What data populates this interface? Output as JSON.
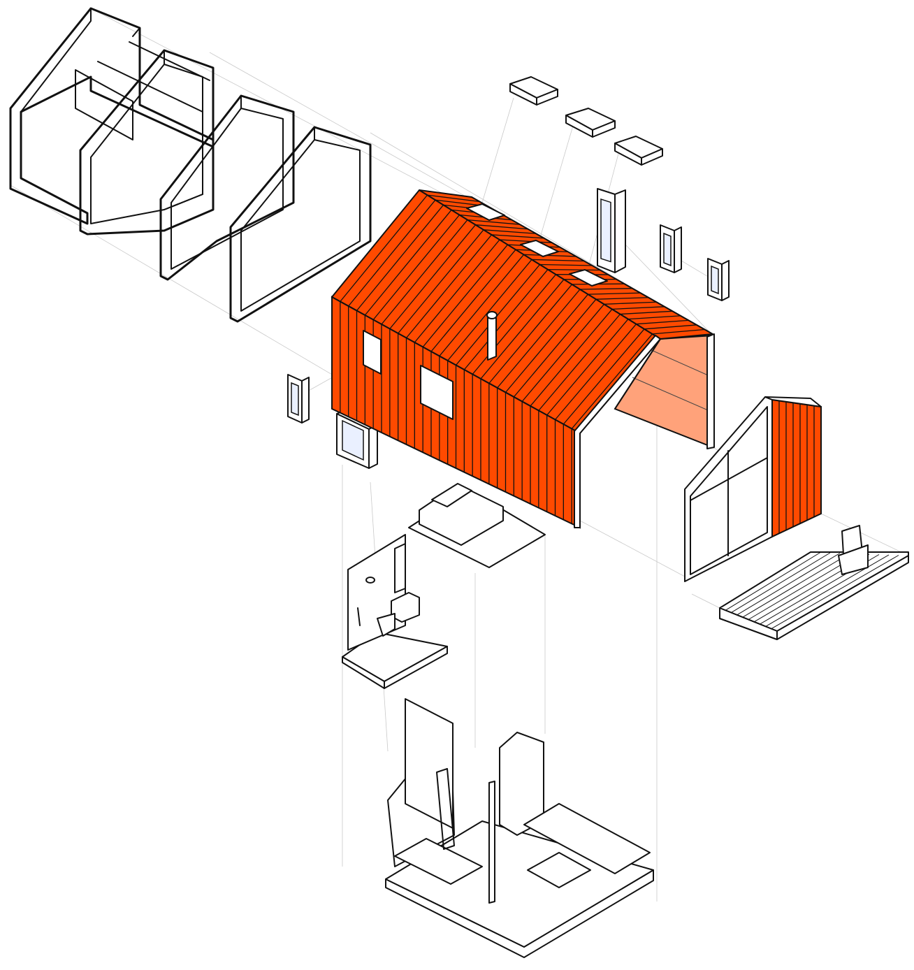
{
  "diagram": {
    "kind": "exploded-axonometric",
    "components": [
      {
        "id": "timber-frames",
        "count": 4
      },
      {
        "id": "roof-skylights",
        "count": 3
      },
      {
        "id": "side-windows",
        "count": 5
      },
      {
        "id": "cladding-shell"
      },
      {
        "id": "gable-glazed-wall"
      },
      {
        "id": "deck-with-chair"
      },
      {
        "id": "loft-bed-platform"
      },
      {
        "id": "bathroom-pod"
      },
      {
        "id": "ground-floor-living-kitchen"
      }
    ]
  },
  "colors": {
    "cladding": "#ff4a00",
    "interior_wall": "#ffa27a",
    "glass": "#eaf0ff",
    "lines": "#111111",
    "guides": "#c9c9c9",
    "background": "#ffffff"
  }
}
